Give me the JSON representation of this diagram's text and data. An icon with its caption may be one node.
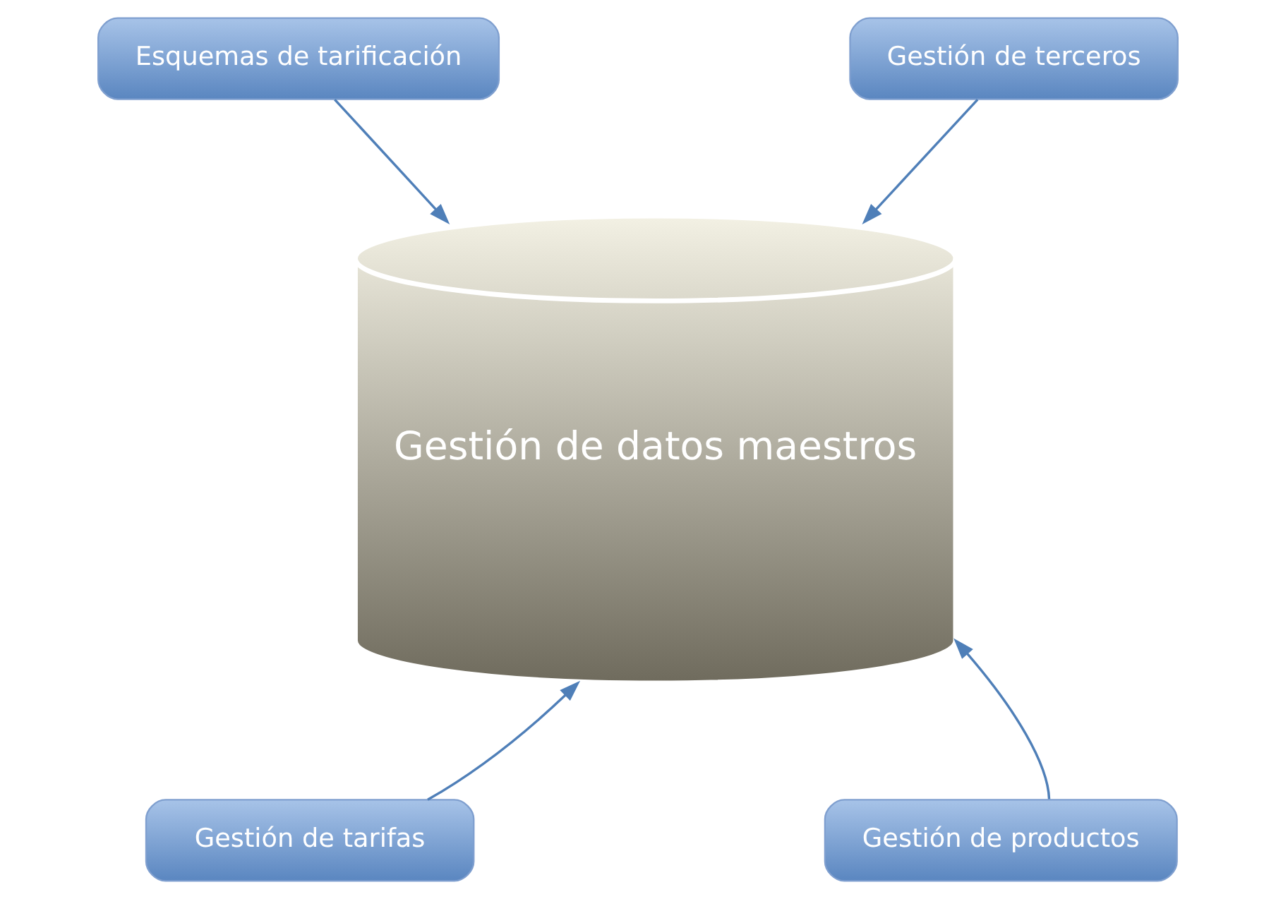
{
  "diagram": {
    "nodes": [
      {
        "text": [
          "Esquemas de tarificación"
        ]
      },
      {
        "text": [
          "Gestión de terceros"
        ]
      },
      {
        "text": [
          "Gestión de datos maestros"
        ]
      },
      {
        "text": [
          "Gestión de tarifas"
        ]
      },
      {
        "text": [
          "Gestión de productos"
        ]
      }
    ],
    "edges": [
      {
        "from": 0,
        "to": 2,
        "arrow": "to"
      },
      {
        "from": 1,
        "to": 2,
        "arrow": "to"
      },
      {
        "from": 3,
        "to": 2,
        "arrow": "to"
      },
      {
        "from": 4,
        "to": 2,
        "arrow": "to"
      }
    ]
  }
}
